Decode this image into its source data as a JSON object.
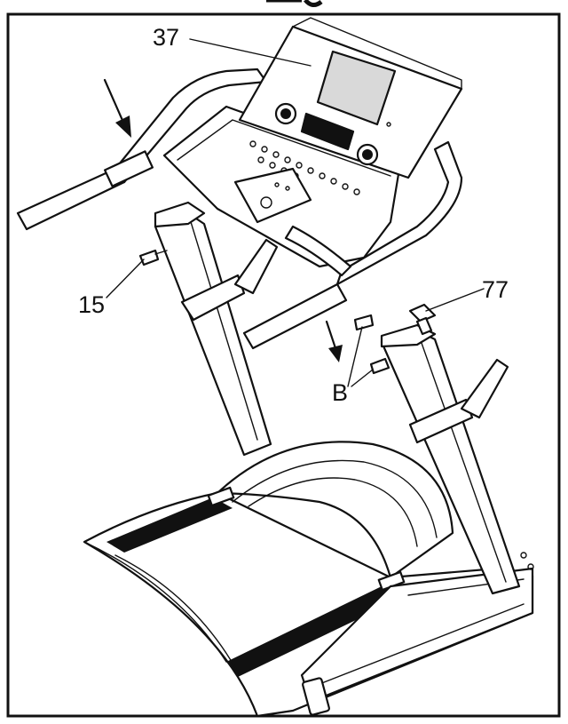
{
  "callouts": {
    "part_37": "37",
    "part_15": "15",
    "part_77": "77",
    "part_b": "B"
  }
}
